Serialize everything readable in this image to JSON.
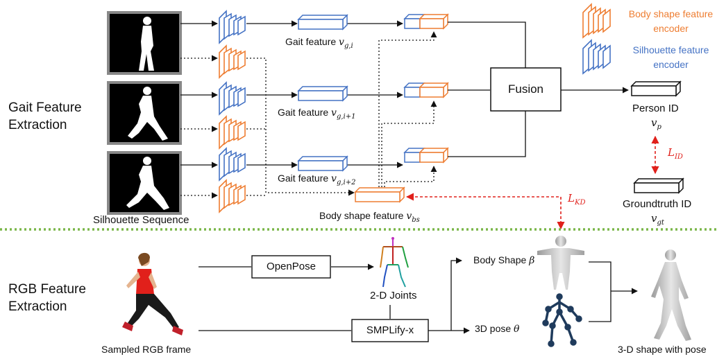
{
  "sections": {
    "gait_title": "Gait Feature Extraction",
    "rgb_title": "RGB Feature Extraction"
  },
  "silhouette": {
    "caption": "Silhouette Sequence"
  },
  "gait_features": [
    {
      "text": "Gait feature",
      "math": "v",
      "sub": "g,i"
    },
    {
      "text": "Gait feature",
      "math": "v",
      "sub": "g,i+1"
    },
    {
      "text": "Gait feature",
      "math": "v",
      "sub": "g,i+2"
    }
  ],
  "body_shape_feature": {
    "text": "Body shape feature",
    "math": "v",
    "sub": "bs"
  },
  "fusion": "Fusion",
  "person_id": {
    "label": "Person ID",
    "math": "v",
    "sub": "p"
  },
  "groundtruth_id": {
    "label": "Groundtruth ID",
    "math": "v",
    "sub": "gt"
  },
  "losses": {
    "id": {
      "math": "L",
      "sub": "ID"
    },
    "kd": {
      "math": "L",
      "sub": "KD"
    }
  },
  "legend": {
    "body_shape_encoder": "Body shape feature encoder",
    "silhouette_encoder": "Silhouette feature encoder"
  },
  "rgb": {
    "frame_caption": "Sampled RGB frame",
    "openpose": "OpenPose",
    "smplify": "SMPLify-x",
    "joints": "2-D Joints",
    "body_shape": {
      "text": "Body Shape",
      "math": "β"
    },
    "pose": {
      "text": "3D pose",
      "math": "θ"
    },
    "result": "3-D shape with pose"
  },
  "colors": {
    "orange": "#ee7d31",
    "blue": "#4472c4",
    "red": "#e0201b",
    "green_divider": "#7ab648",
    "skeleton": "#1f3b5c"
  }
}
